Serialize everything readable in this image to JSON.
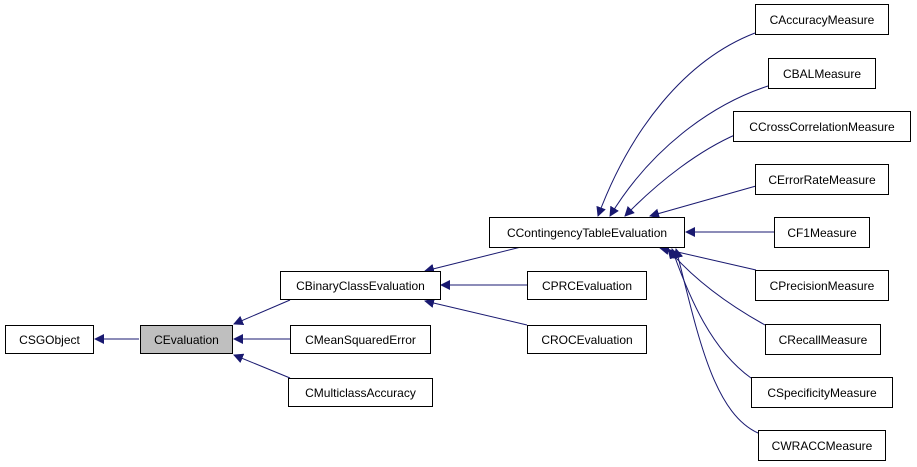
{
  "diagram": {
    "edge_color": "#191970",
    "current_fill": "#bfbfbf",
    "nodes": {
      "csgobject": "CSGObject",
      "cevaluation": "CEvaluation",
      "cbinaryclassevaluation": "CBinaryClassEvaluation",
      "cmeansquarederror": "CMeanSquaredError",
      "cmulticlassaccuracy": "CMulticlassAccuracy",
      "ccontingencytableevaluation": "CContingencyTableEvaluation",
      "cprcevaluation": "CPRCEvaluation",
      "crocevaluation": "CROCEvaluation",
      "caccuracymeasure": "CAccuracyMeasure",
      "cbalmeasure": "CBALMeasure",
      "ccrosscorrelationmeasure": "CCrossCorrelationMeasure",
      "cerrorratemeasure": "CErrorRateMeasure",
      "cf1measure": "CF1Measure",
      "cprecisionmeasure": "CPrecisionMeasure",
      "crecallmeasure": "CRecallMeasure",
      "cspecificitymeasure": "CSpecificityMeasure",
      "cwraccmeasure": "CWRACCMeasure"
    },
    "inheritance": [
      {
        "child": "cevaluation",
        "parent": "csgobject"
      },
      {
        "child": "cbinaryclassevaluation",
        "parent": "cevaluation"
      },
      {
        "child": "cmeansquarederror",
        "parent": "cevaluation"
      },
      {
        "child": "cmulticlassaccuracy",
        "parent": "cevaluation"
      },
      {
        "child": "ccontingencytableevaluation",
        "parent": "cbinaryclassevaluation"
      },
      {
        "child": "cprcevaluation",
        "parent": "cbinaryclassevaluation"
      },
      {
        "child": "crocevaluation",
        "parent": "cbinaryclassevaluation"
      },
      {
        "child": "caccuracymeasure",
        "parent": "ccontingencytableevaluation"
      },
      {
        "child": "cbalmeasure",
        "parent": "ccontingencytableevaluation"
      },
      {
        "child": "ccrosscorrelationmeasure",
        "parent": "ccontingencytableevaluation"
      },
      {
        "child": "cerrorratemeasure",
        "parent": "ccontingencytableevaluation"
      },
      {
        "child": "cf1measure",
        "parent": "ccontingencytableevaluation"
      },
      {
        "child": "cprecisionmeasure",
        "parent": "ccontingencytableevaluation"
      },
      {
        "child": "crecallmeasure",
        "parent": "ccontingencytableevaluation"
      },
      {
        "child": "cspecificitymeasure",
        "parent": "ccontingencytableevaluation"
      },
      {
        "child": "cwraccmeasure",
        "parent": "ccontingencytableevaluation"
      }
    ]
  }
}
